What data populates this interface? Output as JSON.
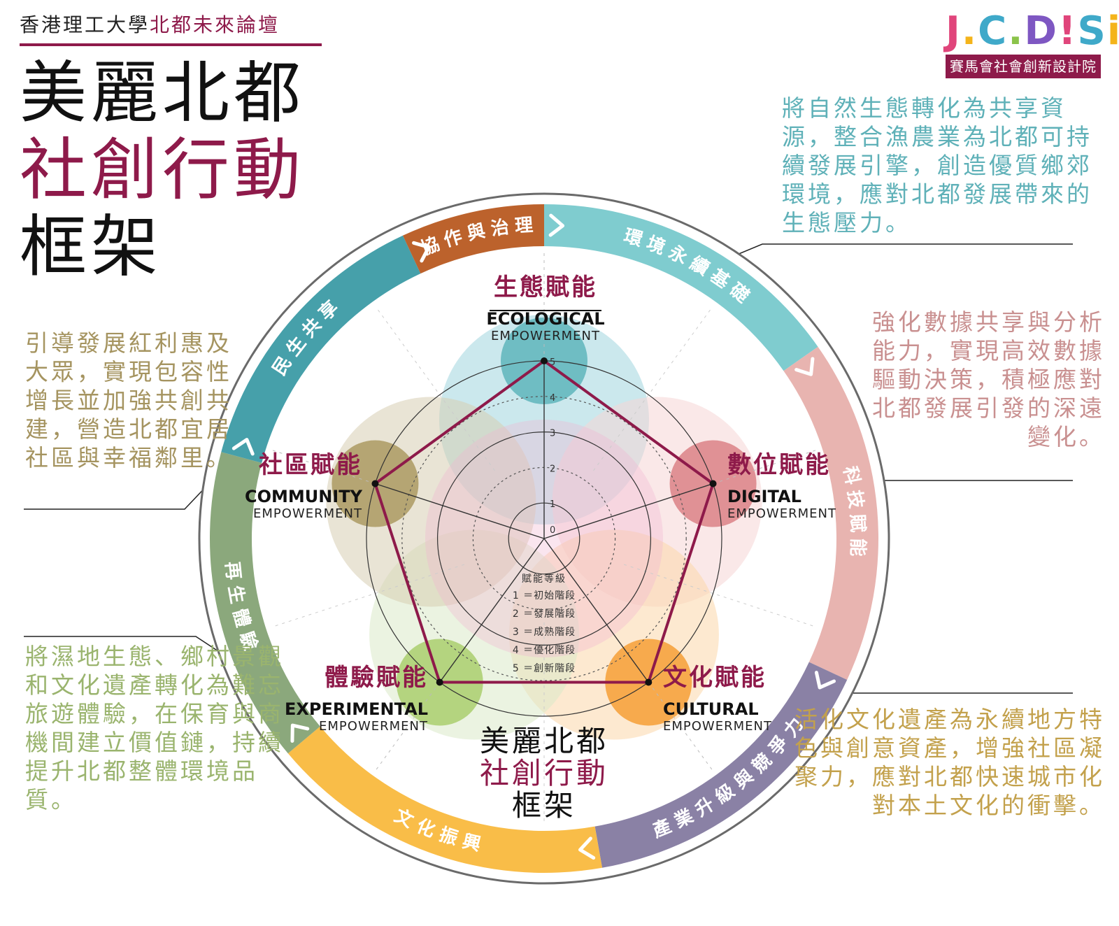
{
  "header": {
    "org": "香港理工大學",
    "forum": "北都未來論壇",
    "title_line1": "美麗北都",
    "title_line2": "社創行動",
    "title_line3": "框架"
  },
  "logo": {
    "mark": "J.C.D!Si",
    "subtitle": "賽馬會社會創新設計院"
  },
  "descriptions": {
    "ecological": "將自然生態轉化為共享資源，整合漁農業為北都可持續發展引擎，創造優質鄉郊環境，應對北都發展帶來的生態壓力。",
    "digital": "強化數據共享與分析能力，實現高效數據驅動決策，積極應對北都發展引發的深遠變化。",
    "community": "引導發展紅利惠及大眾，實現包容性增長並加強共創共建，營造北都宜居社區與幸福鄰里。",
    "experiential": "將濕地生態、鄉村景觀和文化遺產轉化為難忘旅遊體驗，在保育與商機間建立價值鏈，持續提升北都整體環境品質。",
    "cultural": "活化文化遺產為永續地方特色與創意資產，增強社區凝聚力，應對北都快速城市化對本土文化的衝擊。"
  },
  "ring_segments": [
    {
      "label": "環境永續基礎",
      "color": "#7fcccf"
    },
    {
      "label": "科技賦能",
      "color": "#e8b4b0"
    },
    {
      "label": "產業升級與競爭力",
      "color": "#8a81a5"
    },
    {
      "label": "文化振興",
      "color": "#f9bd48"
    },
    {
      "label": "再生體驗",
      "color": "#8ba87c"
    },
    {
      "label": "民生共享",
      "color": "#46a0aa"
    },
    {
      "label": "協作與治理",
      "color": "#bc622c"
    }
  ],
  "axes": [
    {
      "zh": "生態賦能",
      "en1": "ECOLOGICAL",
      "en2": "EMPOWERMENT"
    },
    {
      "zh": "數位賦能",
      "en1": "DIGITAL",
      "en2": "EMPOWERMENT"
    },
    {
      "zh": "文化賦能",
      "en1": "CULTURAL",
      "en2": "EMPOWERMENT"
    },
    {
      "zh": "體驗賦能",
      "en1": "EXPERIMENTAL",
      "en2": "EMPOWERMENT"
    },
    {
      "zh": "社區賦能",
      "en1": "COMMUNITY",
      "en2": "EMPOWERMENT"
    }
  ],
  "scale_ticks": [
    "0",
    "1",
    "2",
    "3",
    "4",
    "5"
  ],
  "legend": {
    "title": "賦能等級",
    "items": [
      "1 ＝初始階段",
      "2 ＝發展階段",
      "3 ＝成熟階段",
      "4 ＝優化階段",
      "5 ＝創新階段"
    ]
  },
  "center_title": {
    "line1": "美麗北都",
    "line2": "社創行動",
    "line3": "框架"
  },
  "chart_data": {
    "type": "radar",
    "categories": [
      "生態賦能",
      "數位賦能",
      "文化賦能",
      "體驗賦能",
      "社區賦能"
    ],
    "values": [
      5,
      5,
      5,
      5,
      5
    ],
    "range": [
      0,
      5
    ],
    "series_color": "#8e1a4a"
  }
}
